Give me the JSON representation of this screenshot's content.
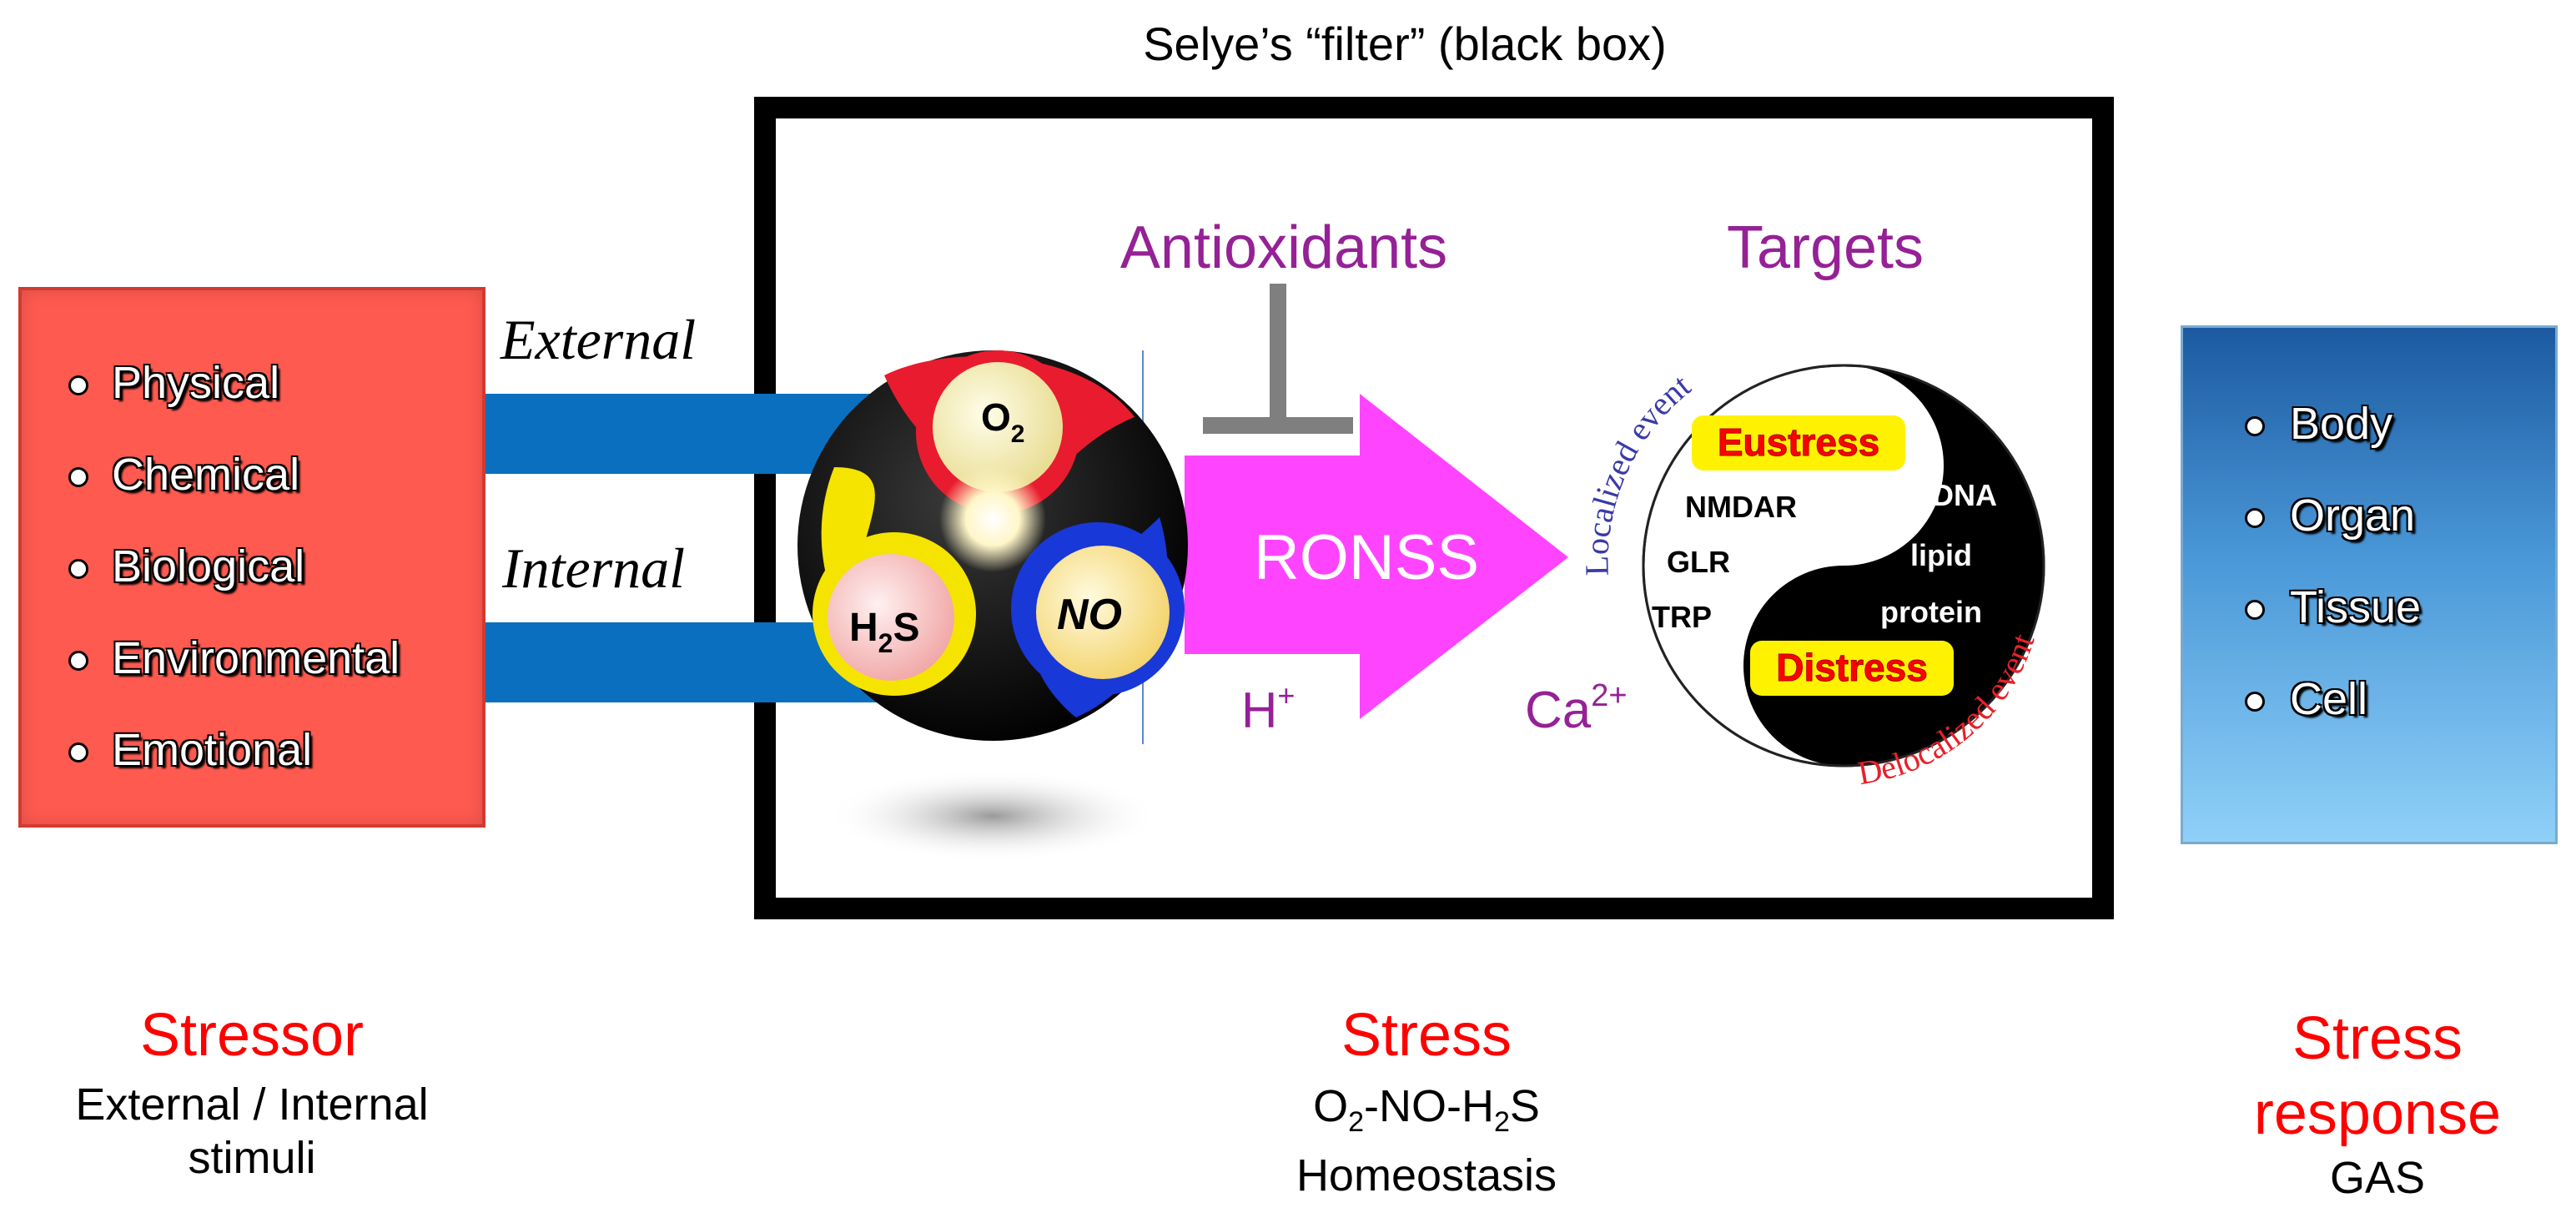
{
  "title": "Selye’s “filter” (black box)",
  "stressor": {
    "items": [
      "Physical",
      "Chemical",
      "Biological",
      "Environmental",
      "Emotional"
    ],
    "heading": "Stressor",
    "caption_line1": "External / Internal",
    "caption_line2": "stimuli"
  },
  "inputs": {
    "external": "External",
    "internal": "Internal"
  },
  "molecules": {
    "o2": "O",
    "o2_sub": "2",
    "h2s_h": "H",
    "h2s_sub": "2",
    "h2s_s": "S",
    "no": "NO"
  },
  "filter": {
    "antioxidants": "Antioxidants",
    "ronss": "RONSS",
    "h_plus": "H",
    "h_plus_sup": "+",
    "targets": "Targets",
    "ca": "Ca",
    "ca_sup": "2+"
  },
  "targets": {
    "localized": "Localized event",
    "delocalized": "Delocalized event",
    "eustress": "Eustress",
    "distress": "Distress",
    "left_items": [
      "NMDAR",
      "GLR",
      "TRP"
    ],
    "right_items": [
      "DNA",
      "lipid",
      "protein"
    ]
  },
  "stress": {
    "heading": "Stress",
    "formula_a": "O",
    "formula_sub1": "2",
    "formula_b": "-NO-H",
    "formula_sub2": "2",
    "formula_c": "S",
    "caption_line2": "Homeostasis"
  },
  "response": {
    "items": [
      "Body",
      "Organ",
      "Tissue",
      "Cell"
    ],
    "heading_line1": "Stress",
    "heading_line2": "response",
    "caption": "GAS"
  },
  "colors": {
    "stressor_box": "#ff5a50",
    "input_bars": "#0a6fbe",
    "arrow": "#ff44ff",
    "purple_text": "#952196",
    "red_text": "#ff0000",
    "o2_ring": "#e81c2e",
    "h2s_ring": "#f4e400",
    "no_ring": "#1838d8"
  }
}
